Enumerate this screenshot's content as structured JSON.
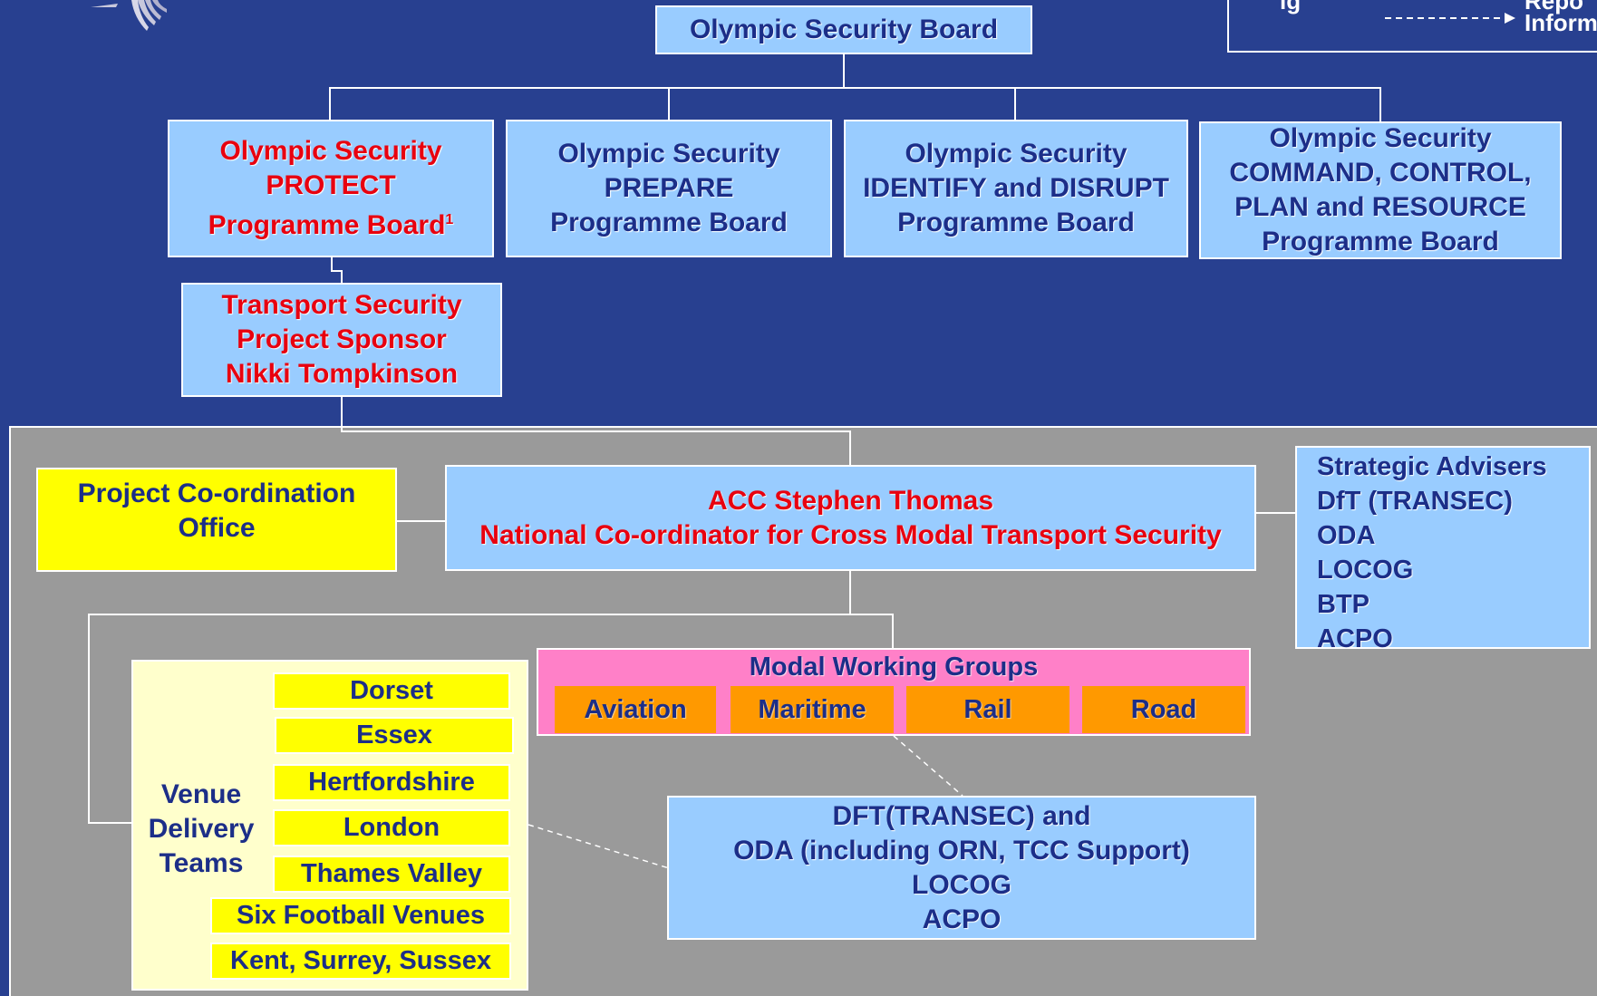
{
  "legend": {
    "top_label": "ig",
    "reports_label": "Repo",
    "information_label": "Inform"
  },
  "olympic_board": "Olympic Security Board",
  "programme_boards": {
    "protect": {
      "line1": "Olympic Security",
      "line2": "PROTECT",
      "line3": "Programme Board",
      "footnote": "1"
    },
    "prepare": {
      "line1": "Olympic Security",
      "line2": "PREPARE",
      "line3": "Programme Board"
    },
    "identify": {
      "line1": "Olympic Security",
      "line2": "IDENTIFY and DISRUPT",
      "line3": "Programme Board"
    },
    "command": {
      "line1": "Olympic Security",
      "line2": "COMMAND, CONTROL,",
      "line3": "PLAN and RESOURCE",
      "line4": "Programme Board"
    }
  },
  "sponsor": {
    "line1": "Transport Security",
    "line2": "Project Sponsor",
    "line3": "Nikki Tompkinson"
  },
  "coordination_office": {
    "line1": "Project Co-ordination",
    "line2": "Office"
  },
  "national_coordinator": {
    "line1": "ACC Stephen Thomas",
    "line2": "National Co-ordinator for Cross Modal Transport Security"
  },
  "strategic_advisers": [
    "Strategic Advisers",
    "DfT (TRANSEC)",
    "ODA",
    "LOCOG",
    "BTP",
    "ACPO"
  ],
  "modal_working_groups": {
    "title": "Modal Working Groups",
    "groups": [
      "Aviation",
      "Maritime",
      "Rail",
      "Road"
    ]
  },
  "venue_delivery": {
    "title_lines": [
      "Venue",
      "Delivery",
      "Teams"
    ],
    "teams": [
      "Dorset",
      "Essex",
      "Hertfordshire",
      "London",
      "Thames Valley",
      "Six Football Venues",
      "Kent, Surrey, Sussex"
    ]
  },
  "support_bodies": [
    "DFT(TRANSEC) and",
    "ODA (including ORN, TCC Support)",
    "LOCOG",
    "ACPO"
  ],
  "colors": {
    "background": "#284090",
    "box_blue": "#99CCFF",
    "text_navy": "#1C2E88",
    "text_red": "#E8000F",
    "yellow": "#FFFF00",
    "pale_yellow": "#FFFFCC",
    "pink": "#FF80C8",
    "orange": "#FF9900",
    "grey_panel": "#9a9a9a"
  }
}
